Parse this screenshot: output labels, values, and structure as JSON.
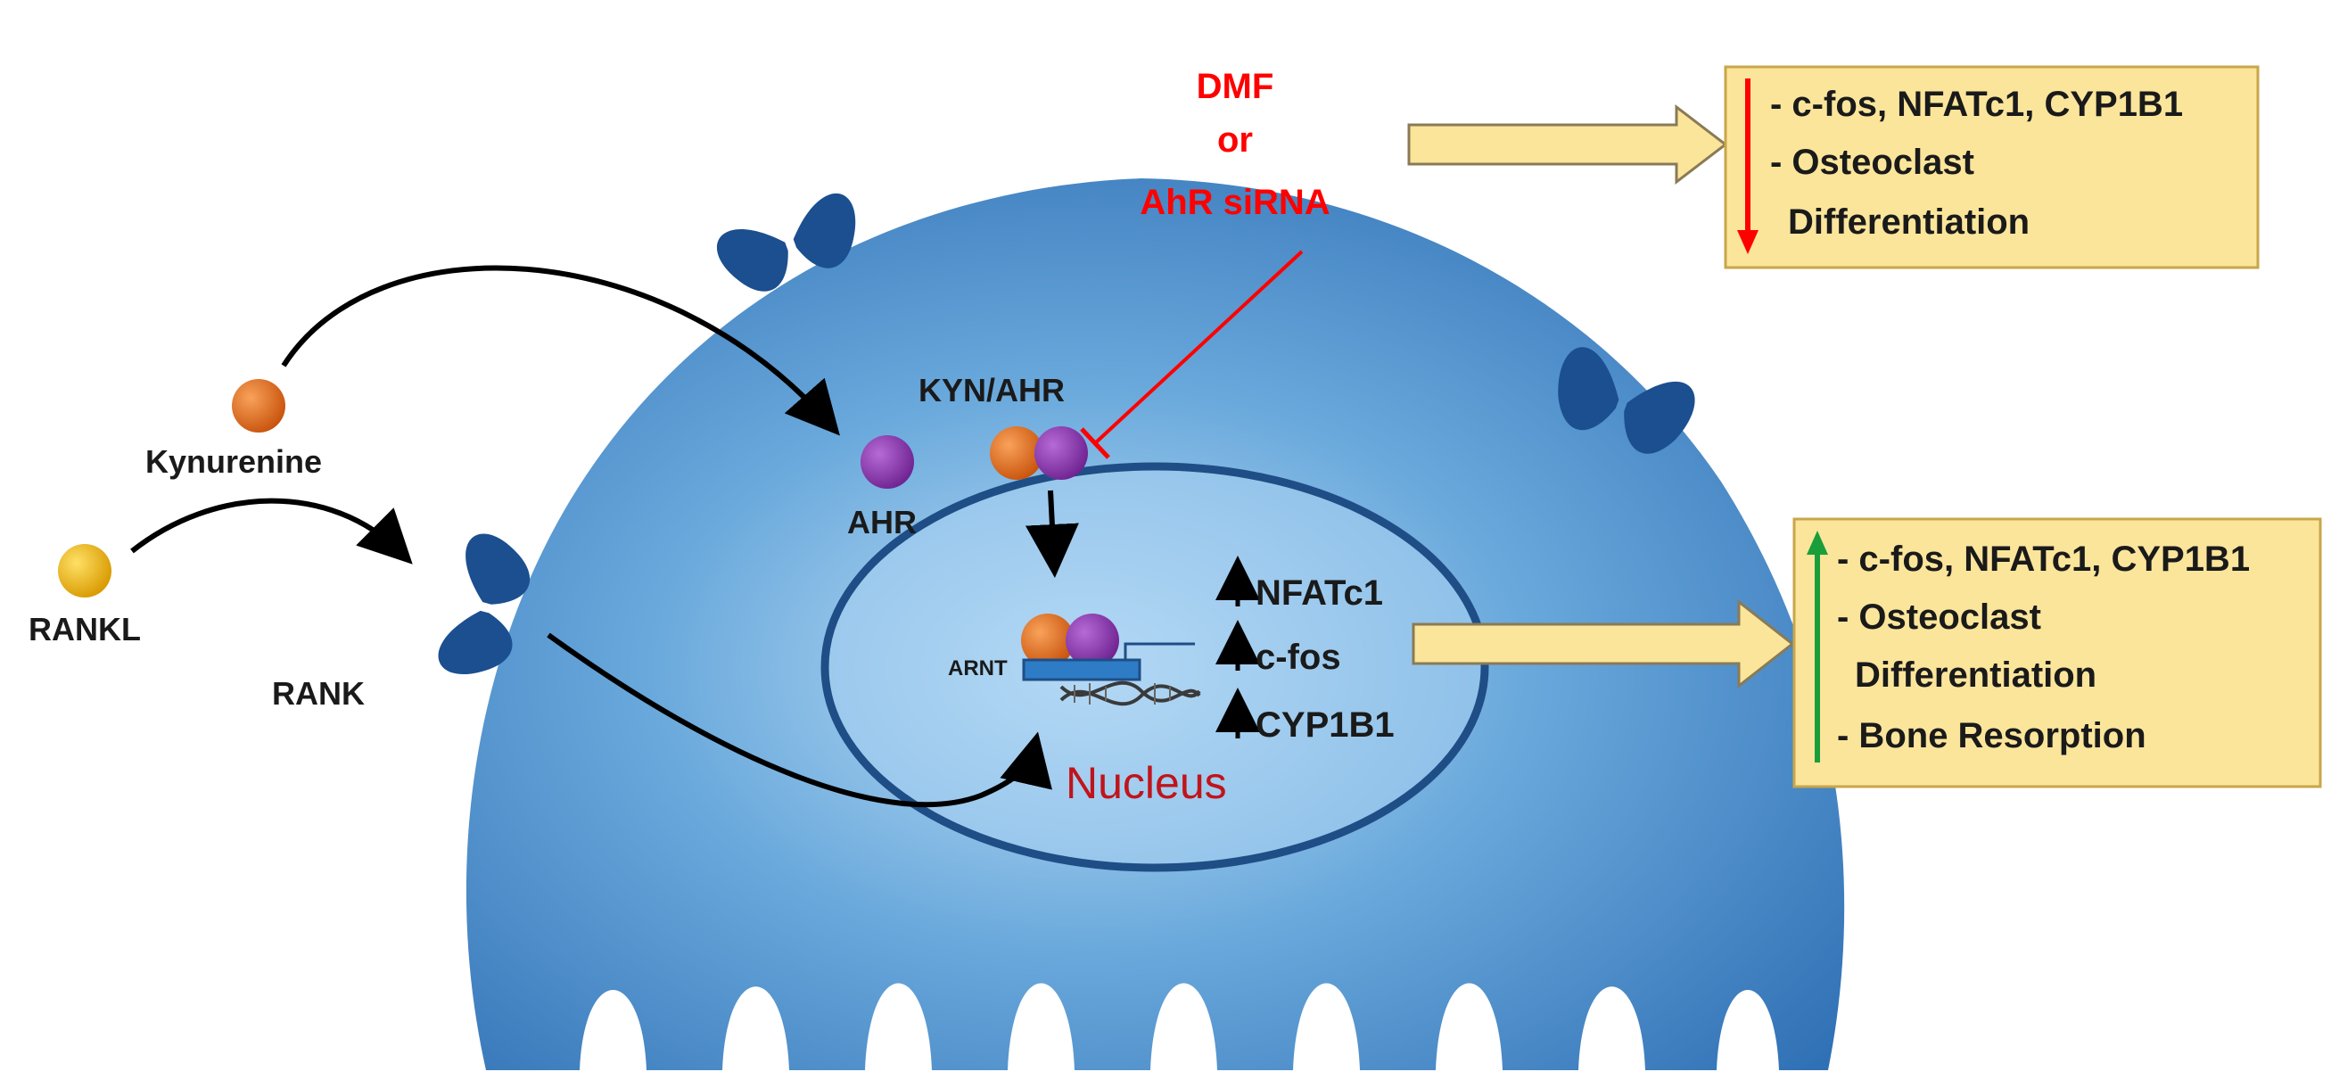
{
  "labels": {
    "kynurenine": "Kynurenine",
    "rankl": "RANKL",
    "rank": "RANK",
    "ahr": "AHR",
    "kyn_ahr": "KYN/AHR",
    "arnt": "ARNT",
    "nfatc1": "NFATc1",
    "cfos": "c-fos",
    "cyp1b1": "CYP1B1",
    "nucleus": "Nucleus"
  },
  "inhibitor": {
    "line1": "DMF",
    "line2": "or",
    "line3": "AhR siRNA"
  },
  "outcome_top": {
    "line1": "- c-fos, NFATc1, CYP1B1",
    "line2": "- Osteoclast",
    "line3": "Differentiation"
  },
  "outcome_bottom": {
    "line1": "- c-fos, NFATc1, CYP1B1",
    "line2": "- Osteoclast",
    "line3": "Differentiation",
    "line4": "- Bone Resorption"
  },
  "colors": {
    "cell": "#4b8fcf",
    "nucleus_border": "#1f4e86",
    "receptor": "#1b4f8f",
    "kynurenine": "#e06a1a",
    "rankl": "#f2b400",
    "ahr": "#8a35b0",
    "inhibit": "#ff0000",
    "down": "#ff0000",
    "up": "#1a9e3a",
    "box_fill": "#fbe59b",
    "box_border": "#c9a64a"
  }
}
